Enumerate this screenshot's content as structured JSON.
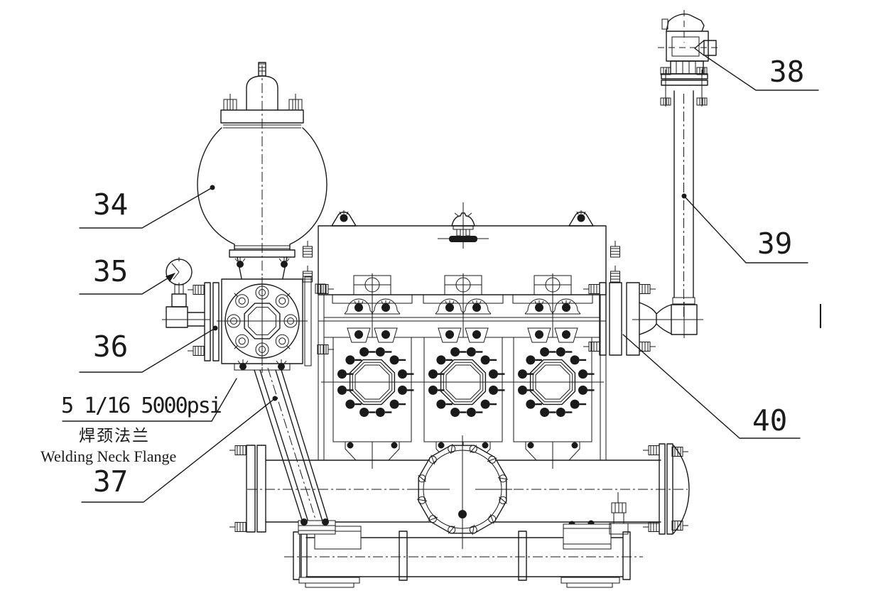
{
  "drawing": {
    "background": "#ffffff",
    "ink": "#1a1a1a",
    "type": "mechanical-assembly-drawing",
    "subject": "Triplex mud pump fluid end with pulsation dampener, relief valve and manifolds",
    "callouts": [
      {
        "id": "34",
        "label": "34",
        "points_to": "pulsation-dampener"
      },
      {
        "id": "35",
        "label": "35",
        "points_to": "pressure-gauge"
      },
      {
        "id": "36",
        "label": "36",
        "points_to": "discharge-cross"
      },
      {
        "id": "37",
        "label": "37",
        "points_to": "discharge-pipe"
      },
      {
        "id": "38",
        "label": "38",
        "points_to": "relief-valve"
      },
      {
        "id": "39",
        "label": "39",
        "points_to": "riser-pipe"
      },
      {
        "id": "40",
        "label": "40",
        "points_to": "discharge-flange"
      }
    ],
    "annotations": {
      "flange_spec": "5 1/16 5000psi",
      "flange_name_zh": "焊颈法兰",
      "flange_name_en": "Welding Neck Flange"
    }
  }
}
